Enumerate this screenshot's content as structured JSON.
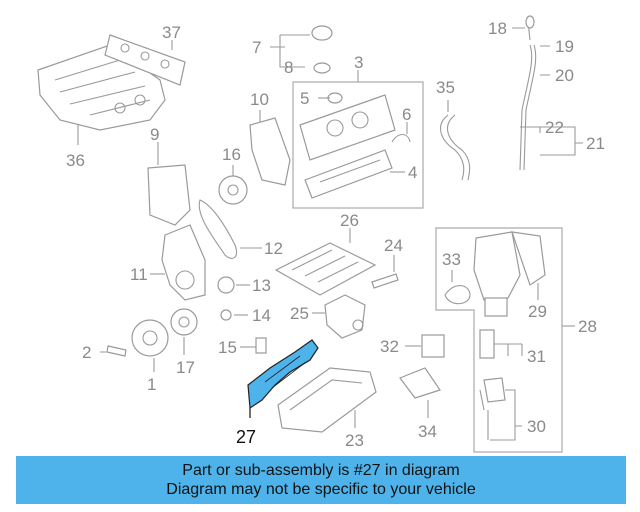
{
  "diagram": {
    "highlighted_part": "27",
    "highlight_color": "#4db3ea",
    "callouts": {
      "c1": "1",
      "c2": "2",
      "c3": "3",
      "c4": "4",
      "c5": "5",
      "c6": "6",
      "c7": "7",
      "c8": "8",
      "c9": "9",
      "c10": "10",
      "c11": "11",
      "c12": "12",
      "c13": "13",
      "c14": "14",
      "c15": "15",
      "c16": "16",
      "c17": "17",
      "c18": "18",
      "c19": "19",
      "c20": "20",
      "c21": "21",
      "c22": "22",
      "c23": "23",
      "c24": "24",
      "c25": "25",
      "c26": "26",
      "c27": "27",
      "c28": "28",
      "c29": "29",
      "c30": "30",
      "c31": "31",
      "c32": "32",
      "c33": "33",
      "c34": "34",
      "c35": "35",
      "c36": "36",
      "c37": "37"
    }
  },
  "banner": {
    "line1": "Part or sub-assembly is #27 in diagram",
    "line2": "Diagram may not be specific to your vehicle",
    "color": "#4db3ea"
  }
}
